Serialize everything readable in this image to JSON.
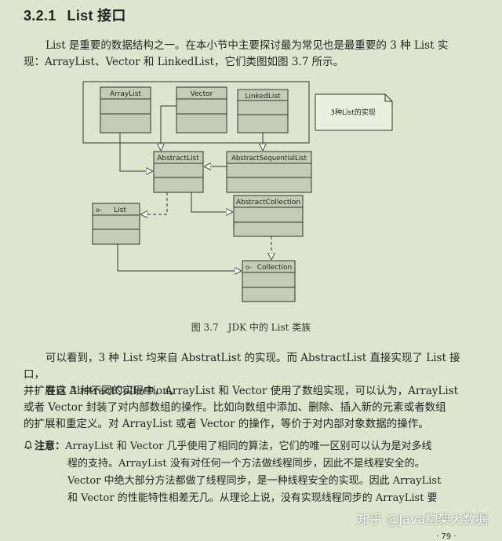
{
  "section": {
    "number": "3.2.1",
    "title": "List 接口"
  },
  "intro": [
    "List 是重要的数据结构之一。在本小节中主要探讨最为常见也是最重要的 3 种 List 实",
    "现：ArrayList、Vector 和 LinkedList，它们类图如图 3.7 所示。"
  ],
  "diagram": {
    "classes": {
      "arraylist": "ArrayList",
      "vector": "Vector",
      "linkedlist": "LinkedList",
      "abstractlist": "AbstractList",
      "abstractsequentiallist": "AbstractSequentialList",
      "abstractcollection": "AbstractCollection",
      "list": "List",
      "collection": "Collection"
    },
    "interface_marker": "o-",
    "note": "3种List的实现"
  },
  "caption": "图 3.7　JDK 中的 List 类族",
  "para2": [
    "可以看到，3 种 List 均来自 AbstratList 的实现。而 AbstractList 直接实现了 List 接口，",
    "并扩展自 AbstractCollection。"
  ],
  "para3": [
    "在这 3 种不同的实现中，ArrayList 和 Vector 使用了数组实现，可以认为，ArrayList",
    "或者 Vector 封装了对内部数组的操作。比如向数组中添加、删除、插入新的元素或者数组",
    "的扩展和重定义。对 ArrayList 或者 Vector 的操作，等价于对内部对象数据的操作。"
  ],
  "note": {
    "label": "注意：",
    "lines": [
      "ArrayList 和 Vector 几乎使用了相同的算法，它们的唯一区别可以认为是对多线",
      "程的支持。ArrayList 没有对任何一个方法做线程同步，因此不是线程安全的。",
      "Vector 中绝大部分方法都做了线程同步，是一种线程安全的实现。因此 ArrayList",
      "和 Vector 的性能特性相差无几。从理论上说，没有实现线程同步的 ArrayList 要"
    ]
  },
  "watermark": "知乎 @Java构架大数据",
  "page_number": "· 79 ·"
}
